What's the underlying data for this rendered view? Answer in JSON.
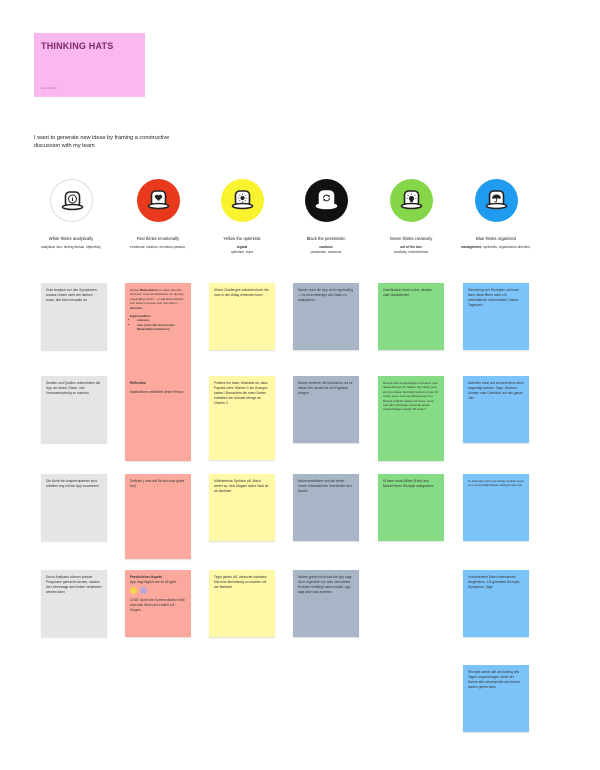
{
  "board": {
    "title": "THINKING HATS",
    "author": "André Rock",
    "intro": "I want to generate new ideas by framing a constructive discussion with my team"
  },
  "hats": [
    {
      "color": "#ffffff",
      "icon": "info-icon",
      "title": "White thinks analytically",
      "sub_bold": "factual",
      "sub": "analytical, fact- finding factual, objectivity,"
    },
    {
      "color": "#e8391d",
      "icon": "heart-icon",
      "title": "Red thinks emotionally",
      "sub_bold": "emotional",
      "sub": "emotional, intuition, emotions passion,"
    },
    {
      "color": "#f9f22e",
      "icon": "sun-icon",
      "title": "Yellow the optimistic",
      "sub_bold": "logical",
      "sub": "optimism, hope"
    },
    {
      "color": "#111111",
      "icon": "cycle-icon",
      "title": "Black the pessimistic",
      "sub_bold": "cautious",
      "sub": "pessimism, soreness"
    },
    {
      "color": "#86d64a",
      "icon": "lightbulb-icon",
      "title": "Green thinks creatively",
      "sub_bold": "out of the box",
      "sub": "creativity, inventiveness"
    },
    {
      "color": "#1f9bf0",
      "icon": "umbrella-icon",
      "title": "Blue thinks organized",
      "sub_bold": "management",
      "sub": ", synthesis, organization direction,"
    }
  ],
  "notes": {
    "white": [
      "Gute Analyse von den Symptomen sodass Nutzer nicht viel denken muss, alle infos kompakt da",
      "Studien und Quellen unterstützen die App um dieser Glaub- und Vertrauenswürdig zu machen",
      "Die Ärzte die Ansprechpartner sind arbeiten eng mit der App zusammen",
      "Durch Analysen können präzise Prognosen gemacht werden, sodass die Lebenslage des Nutzer verbessert werden kann"
    ],
    "red": {
      "n1_pre": "kleines",
      "n1_bold": "Maskottchen",
      "n1_rest": "um dass man sich kümmern muss als Motivation um die App regelmäßig nutzen, - er wächst/entwickelt sich weiter je besser sich man darum",
      "n1_bold2": "kümmert.",
      "n1_head": "Eigenschaften:",
      "n1_items": [
        "cuteness",
        "cute ( man will sich um das Maskottchen kümmern)"
      ],
      "n2_head": "Reflection",
      "n2_text": "Maskottchen reflektiert deine Person",
      "n3": "Selfcare ( man will für sich was gutes tun)",
      "n4_head": "Persönlicher Aspekt",
      "n4_text": "App fragt täglich wie es dir geht",
      "n4_text2": "CHAT: durch die Kommunikation fühlt man sich Wohl und erzählt z.B Sorgen."
    },
    "yellow": [
      "Kleine Challenges zwischendurch die man in den Alltag einbinden kann",
      "Positive fun facts: Wusstest du, dass Paprika mehr Vitamin C als Orangen haben? Besonders die roten Sorten enthalten die höchste Menge an Vitamin C.",
      "Motivierende Sprüche zB. Mach weiter so, dein Magen/ deine Haut ist dir dankbar!",
      "Tipps geben zB. Versuche nächstes Mal eine Atemübung zu machen vor der Mahlzeit."
    ],
    "black": [
      "Nutzer nutzt die App nicht regelmäßig -> es ist schwieriger die Daten zu analysieren",
      "Nutzer verlieren die Motivation, da es etwas Zeit dauert bis ein Ergebnis kriegen.",
      "Nutzeroberfläche und die vielen neuen Informationen überfordert den Nutzer",
      "Nutzer glaubt nicht was die App sagt, da er eigentlich nur sein vermutetes Problem bestätigt haben wollte, app sagt aber was anderes"
    ],
    "green": [
      "Gamification durch coins, streaks oder Maskottchen",
      "Rezept wird vorgeschlagen und wenn man dieses Rezept am Selben Tag macht (und ein Foto davon hochlädt) bekommt man 10 Coins, wenn man eine Bewertung zum Rezept schreibt weitere 10 Coins, wenn man alle 3 Rezepte macht die einem vorgeschlagen werden 50 extra !!",
      "KI kann durch Bilder (Foto) den Nutzer*innen Rezepte ausspucken"
    ],
    "blue": [
      "Sammlung von Rezepten und man kann diese filtern nach z.B beinhaltende Lebensmittel, Datum, Tageszeit...",
      "Kalender kann auf verschiedene arten angezeigt werden: Tage, Wochen, Monate oder Überblick auf das ganze Jahr",
      "Im Kalender sieht man farbig markiert wann eine Unverträglichkeiten stattgefunden hat",
      "Verschiedene Daten miteinander vergleichen, z.B gerestete Rezepte, Symptome, Tage",
      "Rezepte werde alle am Anfang des Tages vorgeschlagen damit der Nutzer alle Lebensmittel auf einmal kaufen gehen kann"
    ]
  }
}
